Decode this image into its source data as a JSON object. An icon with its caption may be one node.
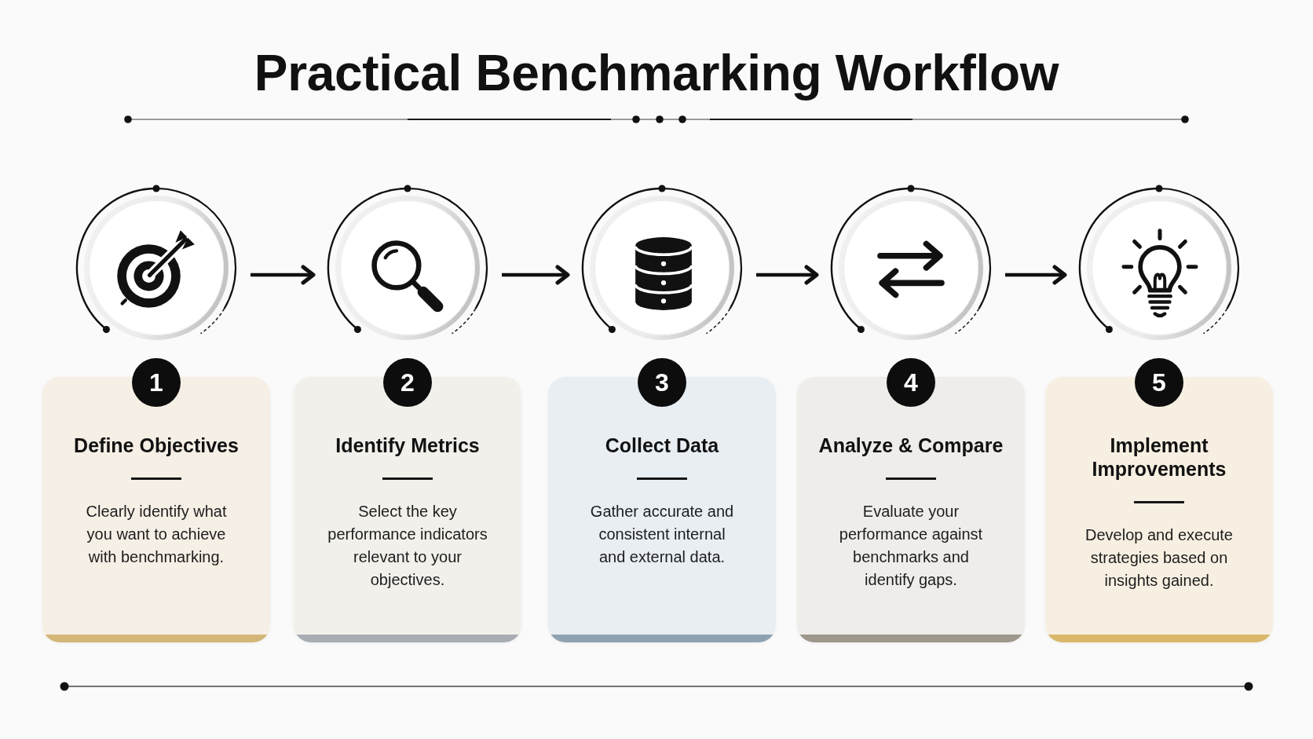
{
  "diagram": {
    "title": "Practical Benchmarking Workflow",
    "nodes": [
      {
        "text": [],
        "shape": "circle"
      },
      {
        "text": [],
        "shape": "circle"
      },
      {
        "text": [],
        "shape": "circle"
      },
      {
        "text": [],
        "shape": "circle"
      },
      {
        "text": [],
        "shape": "circle"
      },
      {
        "text": [
          "1"
        ]
      },
      {
        "text": [
          "2"
        ]
      },
      {
        "text": [
          "3"
        ]
      },
      {
        "text": [
          "4"
        ]
      },
      {
        "text": [
          "5"
        ]
      },
      {
        "text": [
          "Define Objectives",
          "Clearly identify what you want to achieve with benchmarking."
        ]
      },
      {
        "text": [
          "Identify Metrics",
          "Select the key performance indicators relevant to your objectives."
        ]
      },
      {
        "text": [
          "Collect Data",
          "Gather accurate and consistent internal and external data."
        ]
      },
      {
        "text": [
          "Analyze & Compare",
          "Evaluate your performance against benchmarks and identify gaps."
        ]
      },
      {
        "text": [
          "Implement Improvements",
          "Develop and execute strategies based on insights gained."
        ]
      }
    ],
    "edges": [
      {
        "from": 0,
        "to": 1,
        "arrow": "to"
      },
      {
        "from": 1,
        "to": 2,
        "arrow": "to"
      },
      {
        "from": 2,
        "to": 3,
        "arrow": "to"
      },
      {
        "from": 3,
        "to": 4,
        "arrow": "to"
      }
    ]
  }
}
